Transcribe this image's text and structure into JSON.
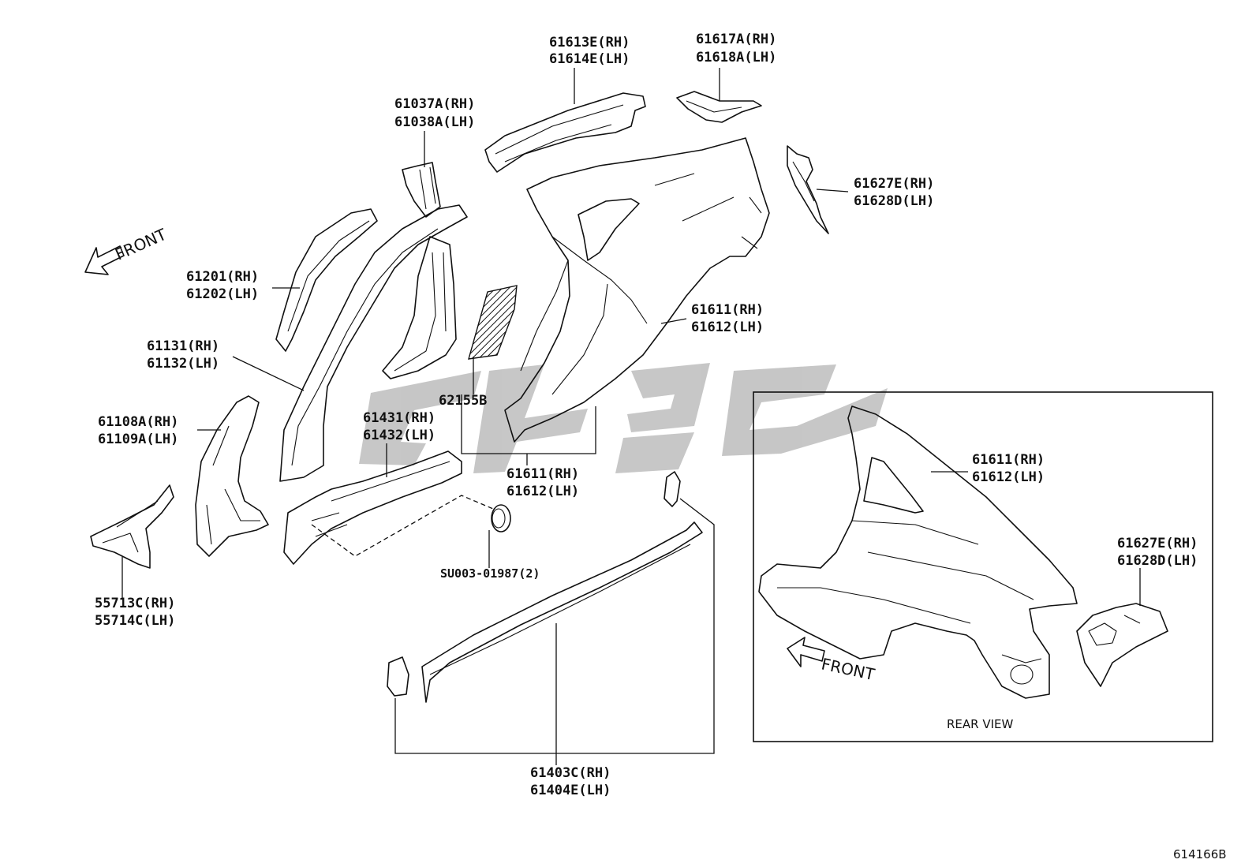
{
  "diagram_id": "614166B",
  "direction_labels": {
    "front_main": "FRONT",
    "front_inset": "FRONT"
  },
  "inset": {
    "caption": "REAR VIEW"
  },
  "callouts": {
    "p61613": [
      "61613E(RH)",
      "61614E(LH)"
    ],
    "p61617": [
      "61617A(RH)",
      "61618A(LH)"
    ],
    "p61037": [
      "61037A(RH)",
      "61038A(LH)"
    ],
    "p61627": [
      "61627E(RH)",
      "61628D(LH)"
    ],
    "p61201": [
      "61201(RH)",
      "61202(LH)"
    ],
    "p61611": [
      "61611(RH)",
      "61612(LH)"
    ],
    "p61131": [
      "61131(RH)",
      "61132(LH)"
    ],
    "p62155": [
      "62155B"
    ],
    "p61108": [
      "61108A(RH)",
      "61109A(LH)"
    ],
    "p61431": [
      "61431(RH)",
      "61432(LH)"
    ],
    "p61611b": [
      "61611(RH)",
      "61612(LH)"
    ],
    "psu003": [
      "SU003-01987(2)"
    ],
    "p55713": [
      "55713C(RH)",
      "55714C(LH)"
    ],
    "p61403": [
      "61403C(RH)",
      "61404E(LH)"
    ],
    "inset61611": [
      "61611(RH)",
      "61612(LH)"
    ],
    "inset61627": [
      "61627E(RH)",
      "61628D(LH)"
    ]
  }
}
